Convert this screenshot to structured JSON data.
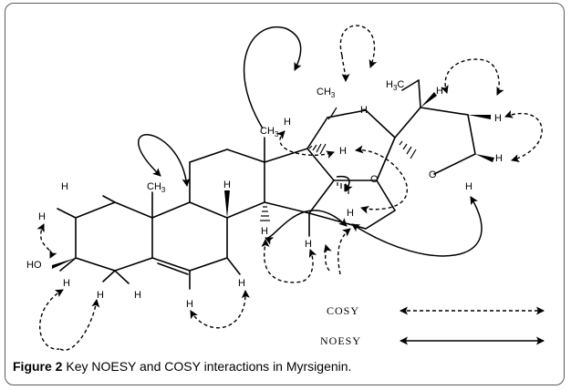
{
  "caption": {
    "label": "Figure 2",
    "text": "Key NOESY and COSY interactions in Myrsigenin."
  },
  "legend": {
    "cosy_label": "COSY",
    "noesy_label": "NOESY"
  },
  "atoms": {
    "h": "H",
    "ch3": "CH",
    "sub3": "3",
    "h3c": "H",
    "c_after": "C",
    "o": "O",
    "ho": "HO"
  },
  "colors": {
    "line": "#000000",
    "frame": "#5a5a5a"
  }
}
